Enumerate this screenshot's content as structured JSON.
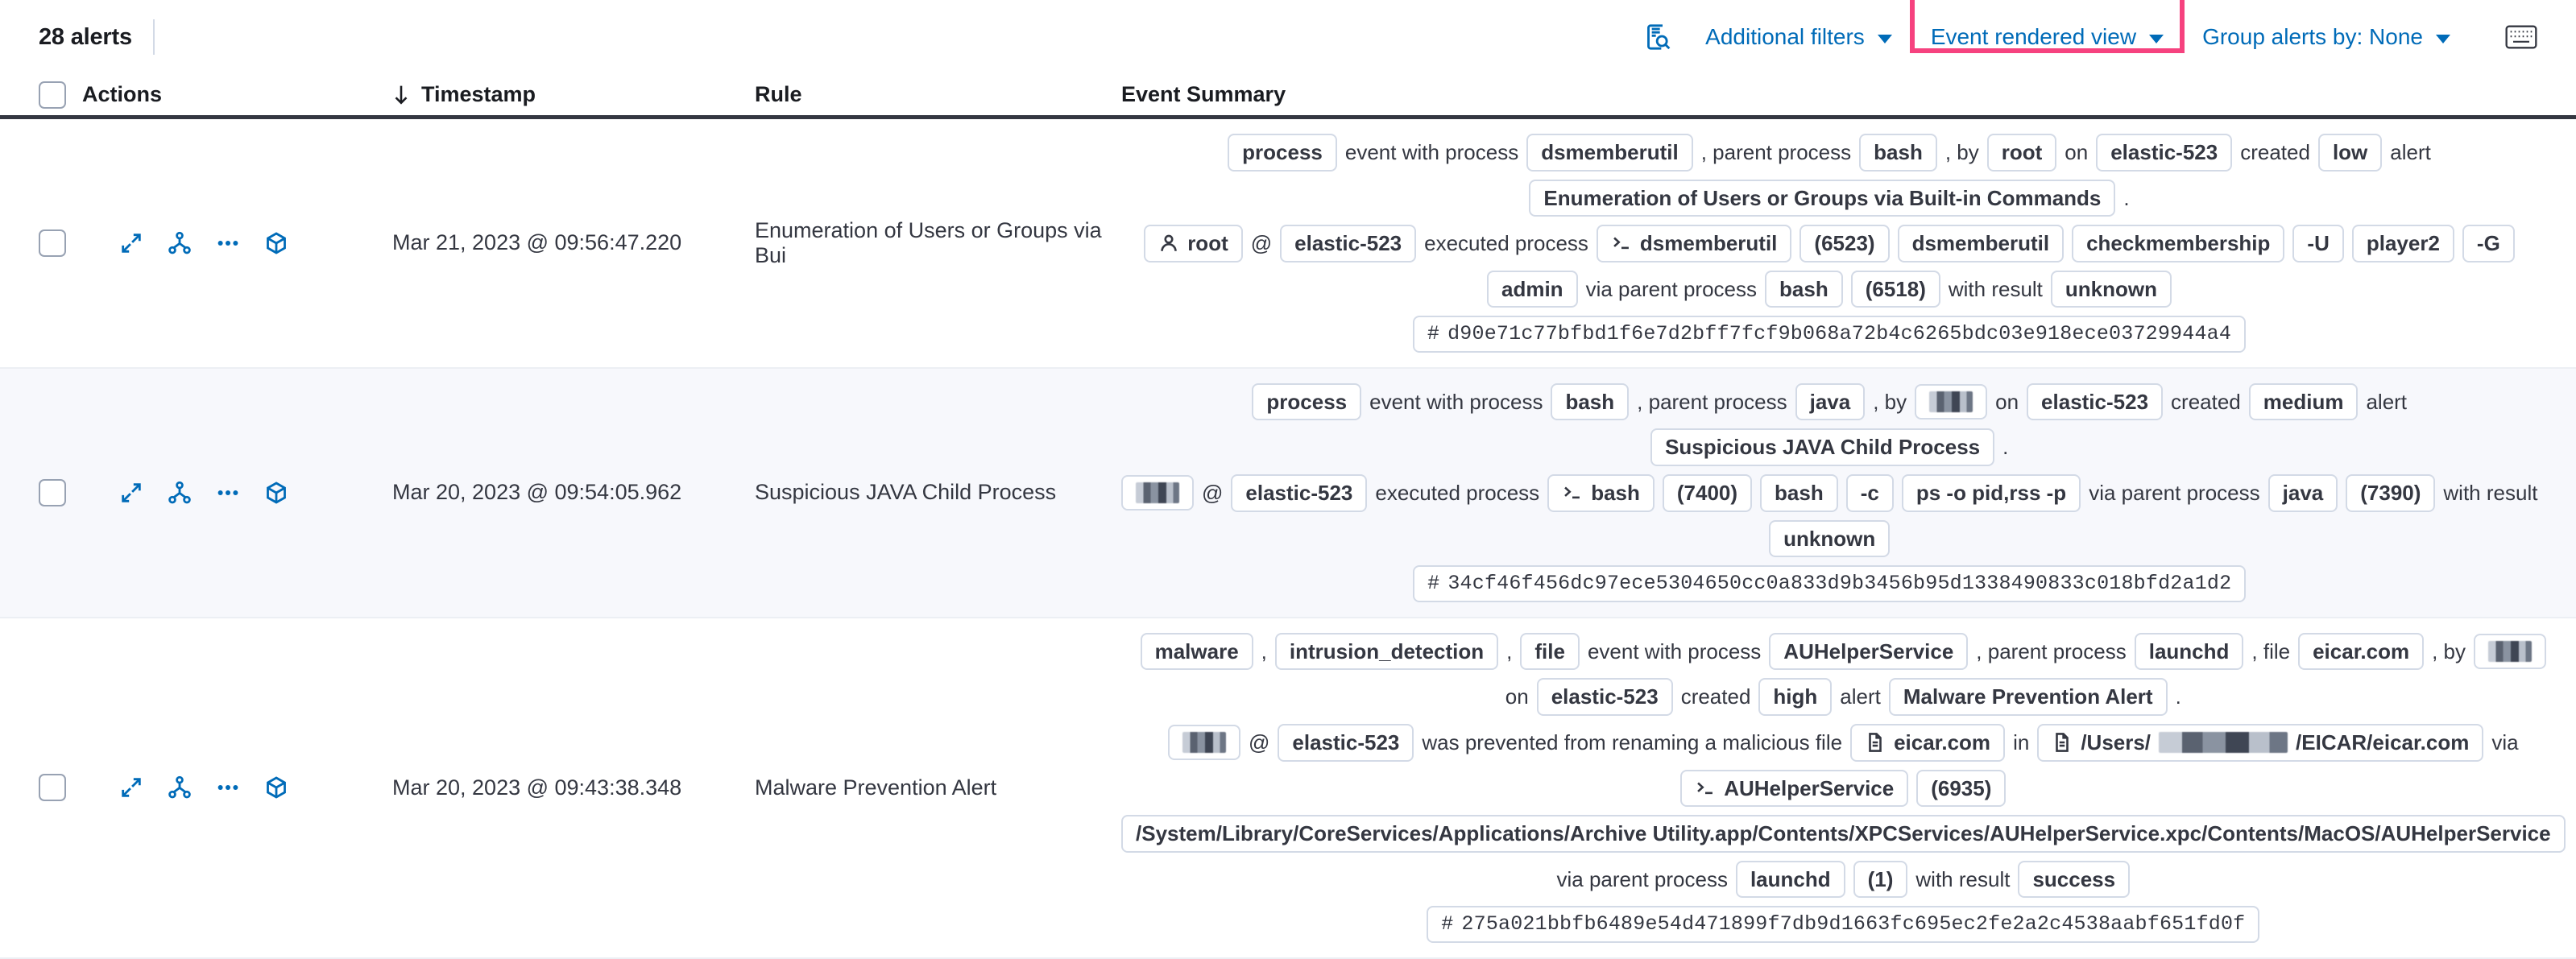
{
  "toolbar": {
    "alert_count": "28 alerts",
    "inspect_icon": "inspect-query-icon",
    "additional_filters_label": "Additional filters",
    "event_rendered_view_label": "Event rendered view",
    "group_alerts_label": "Group alerts by: None",
    "keyboard_icon": "keyboard-shortcut-icon",
    "highlight_color": "#f6427f",
    "link_color": "#006bb8"
  },
  "table": {
    "columns": {
      "actions": "Actions",
      "timestamp": "Timestamp",
      "sort_icon": "sort-descending-arrow-icon",
      "rule": "Rule",
      "event_summary": "Event Summary"
    },
    "row_actions": [
      "expand-icon",
      "analyzer-icon",
      "more-actions-icon",
      "session-view-icon"
    ],
    "rows": [
      {
        "timestamp": "Mar 21, 2023 @ 09:56:47.220",
        "rule": "Enumeration of Users or Groups via Bui",
        "summary_lines": [
          [
            {
              "t": "chip",
              "v": "process"
            },
            {
              "t": "txt",
              "v": "event with process"
            },
            {
              "t": "chip",
              "v": "dsmemberutil"
            },
            {
              "t": "punc",
              "v": ", parent process"
            },
            {
              "t": "chip",
              "v": "bash"
            },
            {
              "t": "punc",
              "v": ", by"
            },
            {
              "t": "chip",
              "v": "root"
            },
            {
              "t": "txt",
              "v": "on"
            },
            {
              "t": "chip",
              "v": "elastic-523"
            },
            {
              "t": "txt",
              "v": "created"
            },
            {
              "t": "chip",
              "v": "low"
            },
            {
              "t": "txt",
              "v": "alert"
            }
          ],
          [
            {
              "t": "chip",
              "v": "Enumeration of Users or Groups via Built-in Commands"
            },
            {
              "t": "punc",
              "v": "."
            }
          ],
          [
            {
              "t": "chip",
              "v": "root",
              "icon": "user-icon"
            },
            {
              "t": "txt",
              "v": "@"
            },
            {
              "t": "chip",
              "v": "elastic-523"
            },
            {
              "t": "txt",
              "v": "executed process"
            },
            {
              "t": "chip",
              "v": "dsmemberutil",
              "icon": "console-icon"
            },
            {
              "t": "chip",
              "v": "(6523)"
            },
            {
              "t": "chip",
              "v": "dsmemberutil"
            },
            {
              "t": "chip",
              "v": "checkmembership"
            },
            {
              "t": "chip",
              "v": "-U"
            },
            {
              "t": "chip",
              "v": "player2"
            },
            {
              "t": "chip",
              "v": "-G"
            }
          ],
          [
            {
              "t": "chip",
              "v": "admin"
            },
            {
              "t": "txt",
              "v": "via parent process"
            },
            {
              "t": "chip",
              "v": "bash"
            },
            {
              "t": "chip",
              "v": "(6518)"
            },
            {
              "t": "txt",
              "v": "with result"
            },
            {
              "t": "chip",
              "v": "unknown"
            }
          ],
          [
            {
              "t": "hash",
              "v": "d90e71c77bfbd1f6e7d2bff7fcf9b068a72b4c6265bdc03e918ece03729944a4"
            }
          ]
        ]
      },
      {
        "timestamp": "Mar 20, 2023 @ 09:54:05.962",
        "rule": "Suspicious JAVA Child Process",
        "summary_lines": [
          [
            {
              "t": "chip",
              "v": "process"
            },
            {
              "t": "txt",
              "v": "event with process"
            },
            {
              "t": "chip",
              "v": "bash"
            },
            {
              "t": "punc",
              "v": ", parent process"
            },
            {
              "t": "chip",
              "v": "java"
            },
            {
              "t": "punc",
              "v": ", by"
            },
            {
              "t": "redact",
              "v": ""
            },
            {
              "t": "txt",
              "v": "on"
            },
            {
              "t": "chip",
              "v": "elastic-523"
            },
            {
              "t": "txt",
              "v": "created"
            },
            {
              "t": "chip",
              "v": "medium"
            },
            {
              "t": "txt",
              "v": "alert"
            }
          ],
          [
            {
              "t": "chip",
              "v": "Suspicious JAVA Child Process"
            },
            {
              "t": "punc",
              "v": "."
            }
          ],
          [
            {
              "t": "redact",
              "v": ""
            },
            {
              "t": "txt",
              "v": "@"
            },
            {
              "t": "chip",
              "v": "elastic-523"
            },
            {
              "t": "txt",
              "v": "executed process"
            },
            {
              "t": "chip",
              "v": "bash",
              "icon": "console-icon"
            },
            {
              "t": "chip",
              "v": "(7400)"
            },
            {
              "t": "chip",
              "v": "bash"
            },
            {
              "t": "chip",
              "v": "-c"
            },
            {
              "t": "chip",
              "v": "ps -o pid,rss -p"
            },
            {
              "t": "txt",
              "v": "via parent process"
            },
            {
              "t": "chip",
              "v": "java"
            },
            {
              "t": "chip",
              "v": "(7390)"
            },
            {
              "t": "txt",
              "v": "with result"
            }
          ],
          [
            {
              "t": "chip",
              "v": "unknown"
            }
          ],
          [
            {
              "t": "hash",
              "v": "34cf46f456dc97ece5304650cc0a833d9b3456b95d1338490833c018bfd2a1d2"
            }
          ]
        ]
      },
      {
        "timestamp": "Mar 20, 2023 @ 09:43:38.348",
        "rule": "Malware Prevention Alert",
        "summary_lines": [
          [
            {
              "t": "chip",
              "v": "malware"
            },
            {
              "t": "punc",
              "v": ","
            },
            {
              "t": "chip",
              "v": "intrusion_detection"
            },
            {
              "t": "punc",
              "v": ","
            },
            {
              "t": "chip",
              "v": "file"
            },
            {
              "t": "txt",
              "v": "event with process"
            },
            {
              "t": "chip",
              "v": "AUHelperService"
            },
            {
              "t": "punc",
              "v": ", parent process"
            },
            {
              "t": "chip",
              "v": "launchd"
            },
            {
              "t": "punc",
              "v": ", file"
            },
            {
              "t": "chip",
              "v": "eicar.com"
            },
            {
              "t": "punc",
              "v": ", by"
            },
            {
              "t": "redact",
              "v": ""
            }
          ],
          [
            {
              "t": "txt",
              "v": "on"
            },
            {
              "t": "chip",
              "v": "elastic-523"
            },
            {
              "t": "txt",
              "v": "created"
            },
            {
              "t": "chip",
              "v": "high"
            },
            {
              "t": "txt",
              "v": "alert"
            },
            {
              "t": "chip",
              "v": "Malware Prevention Alert"
            },
            {
              "t": "punc",
              "v": "."
            }
          ],
          [
            {
              "t": "redact",
              "v": ""
            },
            {
              "t": "txt",
              "v": "@"
            },
            {
              "t": "chip",
              "v": "elastic-523"
            },
            {
              "t": "txt",
              "v": "was prevented from renaming a malicious file"
            },
            {
              "t": "chip",
              "v": "eicar.com",
              "icon": "file-icon"
            },
            {
              "t": "txt",
              "v": "in"
            },
            {
              "t": "chip",
              "v": "/Users/",
              "icon": "file-icon",
              "redact_after": "/EICAR/eicar.com"
            },
            {
              "t": "txt",
              "v": "via"
            }
          ],
          [
            {
              "t": "chip",
              "v": "AUHelperService",
              "icon": "console-icon"
            },
            {
              "t": "chip",
              "v": "(6935)"
            }
          ],
          [
            {
              "t": "path",
              "v": "/System/Library/CoreServices/Applications/Archive Utility.app/Contents/XPCServices/AUHelperService.xpc/Contents/MacOS/AUHelperService"
            }
          ],
          [
            {
              "t": "txt",
              "v": "via parent process"
            },
            {
              "t": "chip",
              "v": "launchd"
            },
            {
              "t": "chip",
              "v": "(1)"
            },
            {
              "t": "txt",
              "v": "with result"
            },
            {
              "t": "chip",
              "v": "success"
            }
          ],
          [
            {
              "t": "hash",
              "v": "275a021bbfb6489e54d471899f7db9d1663fc695ec2fe2a2c4538aabf651fd0f"
            }
          ]
        ]
      }
    ]
  }
}
